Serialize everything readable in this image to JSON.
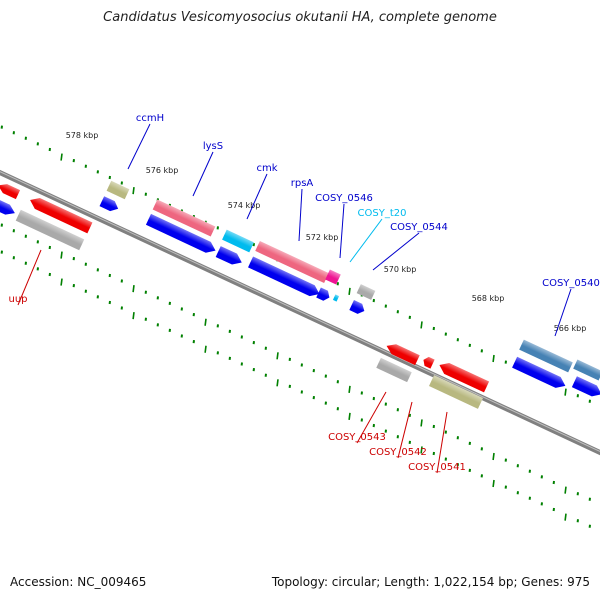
{
  "title": "Candidatus Vesicomyosocius okutanii HA, complete genome",
  "footer": {
    "accession": "Accession: NC_009465",
    "summary": "Topology: circular; Length: 1,022,154 bp; Genes: 975"
  },
  "colors": {
    "backbone": "#808080",
    "tick": "#008000",
    "cds": "#0000ee",
    "gene_red": "#ee0000",
    "trna": "#00bbee",
    "rrna": "#ee6680",
    "tmrna": "#ee1493",
    "pseudo": "#b8b880",
    "misc": "#a9a9a9",
    "steelblue": "#4682b4",
    "label_blue": "#0000cc",
    "label_red": "#cc0000",
    "label_cyan": "#00bbee",
    "tick_label": "#222222"
  },
  "scale_labels": [
    "578 kbp",
    "576 kbp",
    "574 kbp",
    "572 kbp",
    "570 kbp",
    "568 kbp",
    "566 kbp"
  ],
  "gene_labels": [
    {
      "text": "ccmH",
      "color": "label_blue"
    },
    {
      "text": "lysS",
      "color": "label_blue"
    },
    {
      "text": "cmk",
      "color": "label_blue"
    },
    {
      "text": "rpsA",
      "color": "label_blue"
    },
    {
      "text": "COSY_0546",
      "color": "label_blue"
    },
    {
      "text": "COSY_t20",
      "color": "label_cyan"
    },
    {
      "text": "COSY_0544",
      "color": "label_blue"
    },
    {
      "text": "COSY_0540",
      "color": "label_blue"
    },
    {
      "text": "uup",
      "color": "label_red"
    },
    {
      "text": "COSY_0543",
      "color": "label_red"
    },
    {
      "text": "COSY_0542",
      "color": "label_red"
    },
    {
      "text": "COSY_0541",
      "color": "label_red"
    }
  ]
}
